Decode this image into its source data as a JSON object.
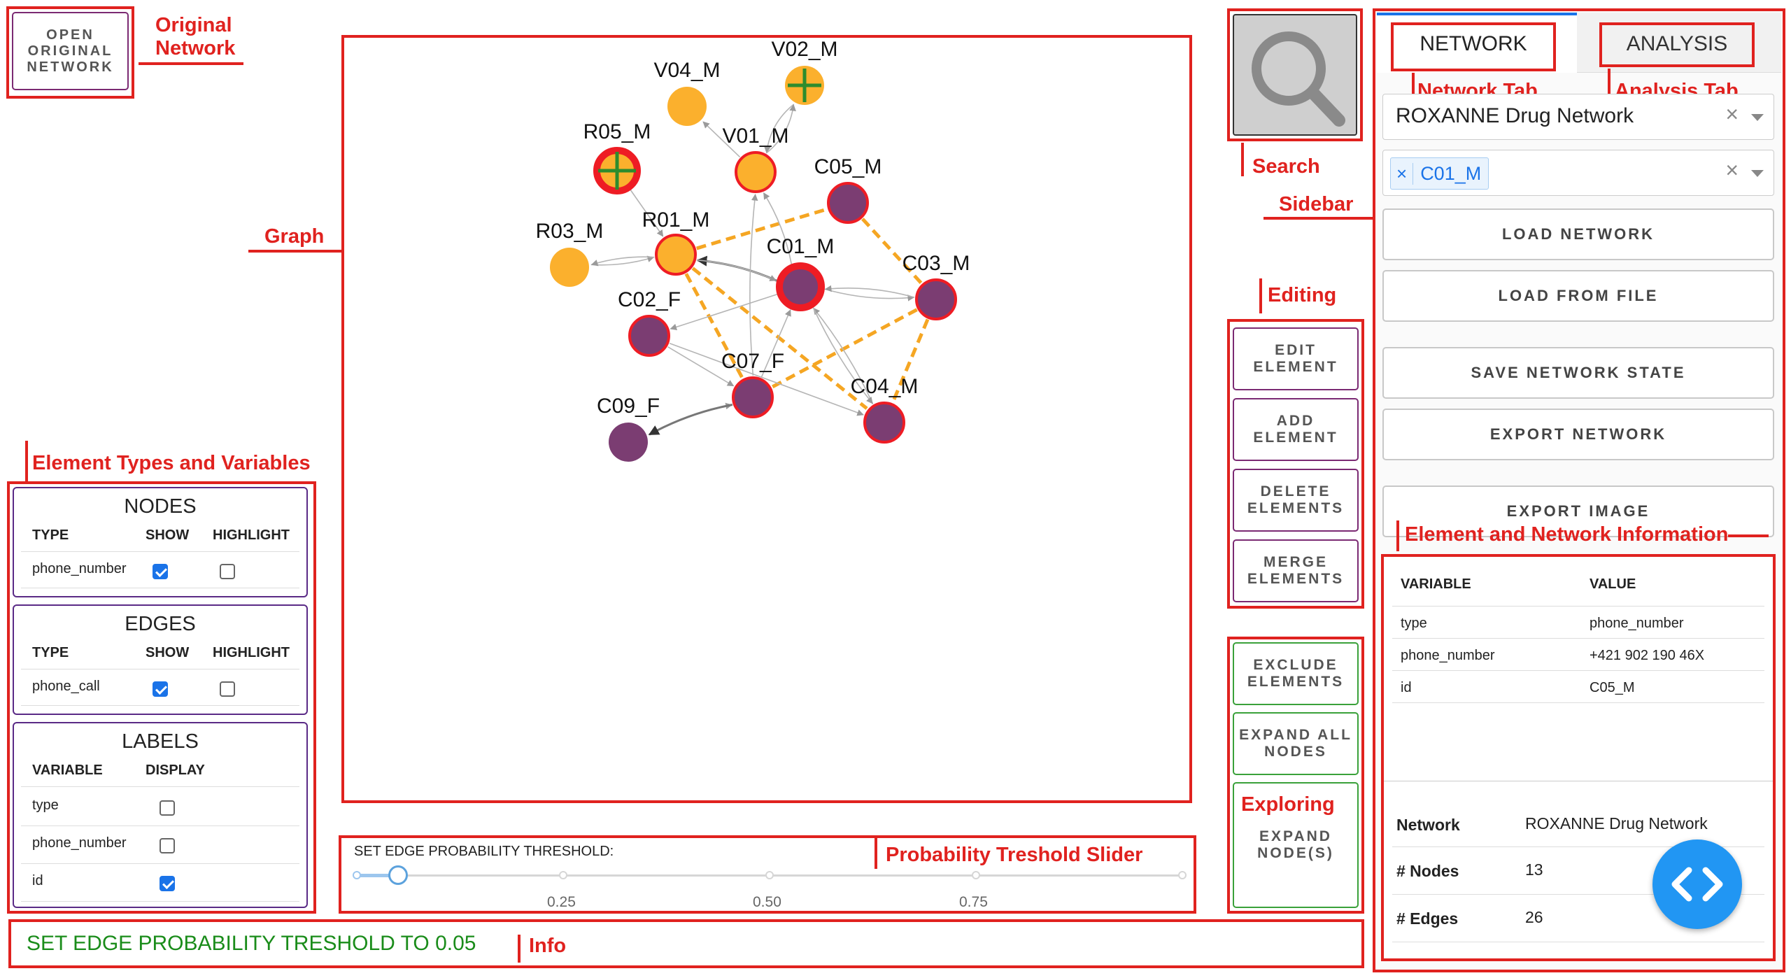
{
  "original_network_button": "OPEN\nORIGINAL\nNETWORK",
  "annotations": {
    "original_network": "Original\nNetwork",
    "graph": "Graph",
    "element_types": "Element Types and Variables",
    "search": "Search",
    "sidebar": "Sidebar",
    "network_tab": "Network Tab",
    "analysis_tab": "Analysis Tab",
    "editing": "Editing",
    "exploring": "Exploring",
    "element_info": "Element and Network Information",
    "slider": "Probability Treshold Slider",
    "info": "Info"
  },
  "nodes_panel": {
    "title": "NODES",
    "col_type": "TYPE",
    "col_show": "SHOW",
    "col_highlight": "HIGHLIGHT",
    "rows": [
      {
        "type": "phone_number",
        "show": true,
        "highlight": false
      }
    ]
  },
  "edges_panel": {
    "title": "EDGES",
    "col_type": "TYPE",
    "col_show": "SHOW",
    "col_highlight": "HIGHLIGHT",
    "rows": [
      {
        "type": "phone_call",
        "show": true,
        "highlight": false
      }
    ]
  },
  "labels_panel": {
    "title": "LABELS",
    "col_variable": "VARIABLE",
    "col_display": "DISPLAY",
    "rows": [
      {
        "variable": "type",
        "display": false
      },
      {
        "variable": "phone_number",
        "display": false
      },
      {
        "variable": "id",
        "display": true
      }
    ]
  },
  "graph": {
    "colors": {
      "orange": "#fbb02d",
      "purple": "#7b3d72",
      "red": "#ee1c24",
      "green": "#2d8c2d",
      "dashed": "#f5a623",
      "edge": "#b5b5b5",
      "edge_dark": "#777777"
    },
    "nodes": [
      {
        "id": "V02_M",
        "color": "orange",
        "border": "none",
        "cross": true
      },
      {
        "id": "V04_M",
        "color": "orange",
        "border": "none",
        "cross": false
      },
      {
        "id": "R05_M",
        "color": "orange",
        "border": "thick",
        "cross": true
      },
      {
        "id": "V01_M",
        "color": "orange",
        "border": "thin",
        "cross": false
      },
      {
        "id": "C05_M",
        "color": "purple",
        "border": "thin",
        "cross": false
      },
      {
        "id": "R03_M",
        "color": "orange",
        "border": "none",
        "cross": false
      },
      {
        "id": "R01_M",
        "color": "orange",
        "border": "thin",
        "cross": false
      },
      {
        "id": "C01_M",
        "color": "purple",
        "border": "thick",
        "cross": false
      },
      {
        "id": "C03_M",
        "color": "purple",
        "border": "thin",
        "cross": false
      },
      {
        "id": "C02_F",
        "color": "purple",
        "border": "thin",
        "cross": false
      },
      {
        "id": "C07_F",
        "color": "purple",
        "border": "thin",
        "cross": false
      },
      {
        "id": "C04_M",
        "color": "purple",
        "border": "thin",
        "cross": false
      },
      {
        "id": "C09_F",
        "color": "purple",
        "border": "none",
        "cross": false
      }
    ]
  },
  "slider": {
    "label": "SET EDGE PROBABILITY THRESHOLD:",
    "value": 0.05,
    "ticks": [
      "0.25",
      "0.50",
      "0.75"
    ]
  },
  "info_message": "SET EDGE PROBABILITY TRESHOLD TO 0.05",
  "editing_buttons": [
    "EDIT\nELEMENT",
    "ADD\nELEMENT",
    "DELETE\nELEMENTS",
    "MERGE\nELEMENTS"
  ],
  "exploring_buttons": {
    "exclude": "EXCLUDE\nELEMENTS",
    "expand_all": "EXPAND ALL\nNODES",
    "expand": "EXPAND\nNODE(S)"
  },
  "sidebar": {
    "tabs": [
      "NETWORK",
      "ANALYSIS"
    ],
    "network_select": "ROXANNE Drug Network",
    "selected_chip": "C01_M",
    "buttons": [
      "LOAD NETWORK",
      "LOAD FROM FILE",
      "SAVE NETWORK STATE",
      "EXPORT NETWORK",
      "EXPORT IMAGE"
    ],
    "element_info": {
      "col_variable": "VARIABLE",
      "col_value": "VALUE",
      "rows": [
        {
          "variable": "type",
          "value": "phone_number"
        },
        {
          "variable": "phone_number",
          "value": "+421 902 190 46X"
        },
        {
          "variable": "id",
          "value": "C05_M"
        }
      ]
    },
    "network_info": [
      {
        "label": "Network",
        "value": "ROXANNE Drug Network"
      },
      {
        "label": "# Nodes",
        "value": "13"
      },
      {
        "label": "# Edges",
        "value": "26"
      }
    ],
    "chip_remove": "×",
    "clear_icon": "×"
  }
}
